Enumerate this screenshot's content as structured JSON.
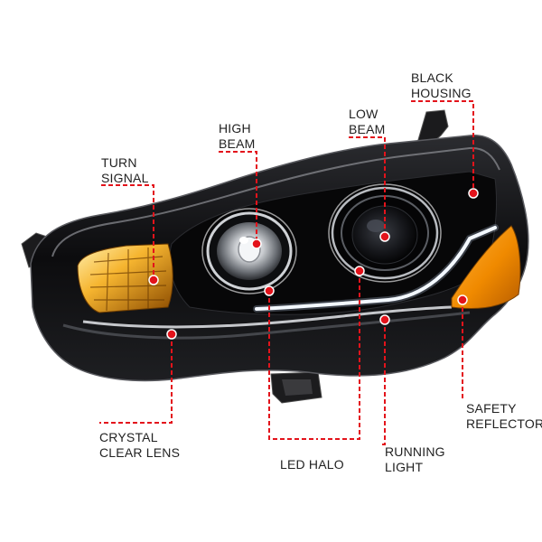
{
  "product": {
    "accent_color": "#e3131b",
    "housing_color": "#141414",
    "amber_color": "#f29100"
  },
  "callouts": {
    "black_housing": {
      "line1": "BLACK",
      "line2": "HOUSING"
    },
    "low_beam": {
      "line1": "LOW",
      "line2": "BEAM"
    },
    "high_beam": {
      "line1": "HIGH",
      "line2": "BEAM"
    },
    "turn_signal": {
      "line1": "TURN",
      "line2": "SIGNAL"
    },
    "crystal_clear_lens": {
      "line1": "CRYSTAL",
      "line2": "CLEAR LENS"
    },
    "led_halo": {
      "line1": "LED HALO"
    },
    "running_light": {
      "line1": "RUNNING",
      "line2": "LIGHT"
    },
    "safety_reflector": {
      "line1": "SAFETY",
      "line2": "REFLECTOR"
    }
  }
}
